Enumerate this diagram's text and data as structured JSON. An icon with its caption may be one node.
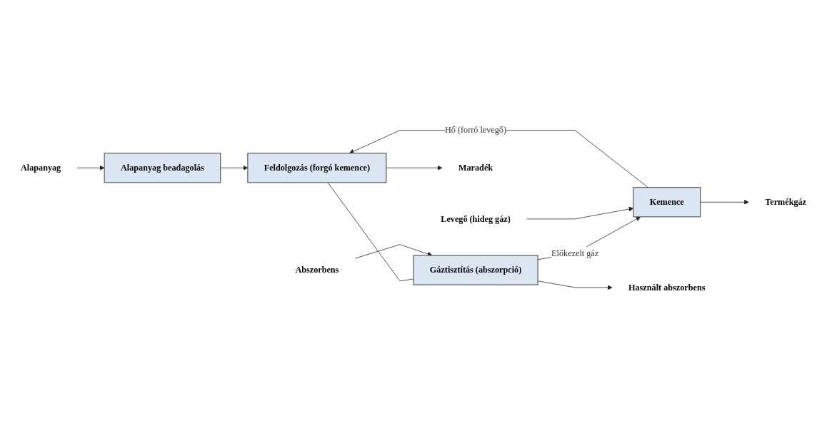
{
  "diagram": {
    "nodes": [
      {
        "text": [
          "Alapanyag"
        ]
      },
      {
        "text": [
          "Alapanyag beadagolás"
        ]
      },
      {
        "text": [
          "Feldolgozás (forgó kemence)"
        ]
      },
      {
        "text": [
          "Gáztisztítás (abszorpció)"
        ]
      },
      {
        "text": [
          "Abszorbens"
        ]
      },
      {
        "text": [
          "Kemence"
        ]
      },
      {
        "text": [
          "Termékgáz"
        ]
      },
      {
        "text": [
          "Maradék"
        ]
      },
      {
        "text": [
          "Használt abszorbens"
        ]
      },
      {
        "text": [
          "Levegő (hideg gáz)"
        ]
      }
    ],
    "edges": [
      {
        "from": 0,
        "to": 1,
        "arrow": "to"
      },
      {
        "from": 1,
        "to": 2,
        "arrow": "to"
      },
      {
        "from": 2,
        "to": 3,
        "arrow": "none"
      },
      {
        "from": 4,
        "to": 3,
        "arrow": "to"
      },
      {
        "from": 3,
        "to": 5,
        "arrow": "to",
        "label": "Előkezelt gáz"
      },
      {
        "from": 5,
        "to": 2,
        "arrow": "to",
        "label": "Hő (forró levegő)"
      },
      {
        "from": 5,
        "to": 6,
        "arrow": "to"
      },
      {
        "from": 2,
        "to": 7,
        "arrow": "to"
      },
      {
        "from": 3,
        "to": 8,
        "arrow": "to"
      },
      {
        "from": 9,
        "to": 5,
        "arrow": "to"
      }
    ]
  }
}
